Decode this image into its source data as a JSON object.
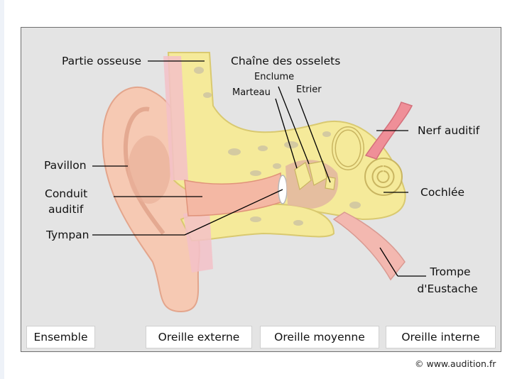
{
  "labels": {
    "partie_osseuse": "Partie osseuse",
    "chaine_osselets": "Chaîne des osselets",
    "enclume": "Enclume",
    "marteau": "Marteau",
    "etrier": "Etrier",
    "nerf_auditif": "Nerf auditif",
    "pavillon": "Pavillon",
    "conduit_line1": "Conduit",
    "conduit_line2": "auditif",
    "tympan": "Tympan",
    "cochlee": "Cochlée",
    "trompe_line1": "Trompe",
    "trompe_line2": "d'Eustache"
  },
  "buttons": {
    "ensemble": "Ensemble",
    "oreille_externe": "Oreille externe",
    "oreille_moyenne": "Oreille moyenne",
    "oreille_interne": "Oreille interne"
  },
  "footer": {
    "copyright": "© www.audition.fr"
  },
  "colors": {
    "background": "#e4e4e4",
    "skin": "#f6c9b3",
    "bone": "#f5ea9a",
    "nerve": "#ef8f98",
    "leader_line": "#000000"
  }
}
